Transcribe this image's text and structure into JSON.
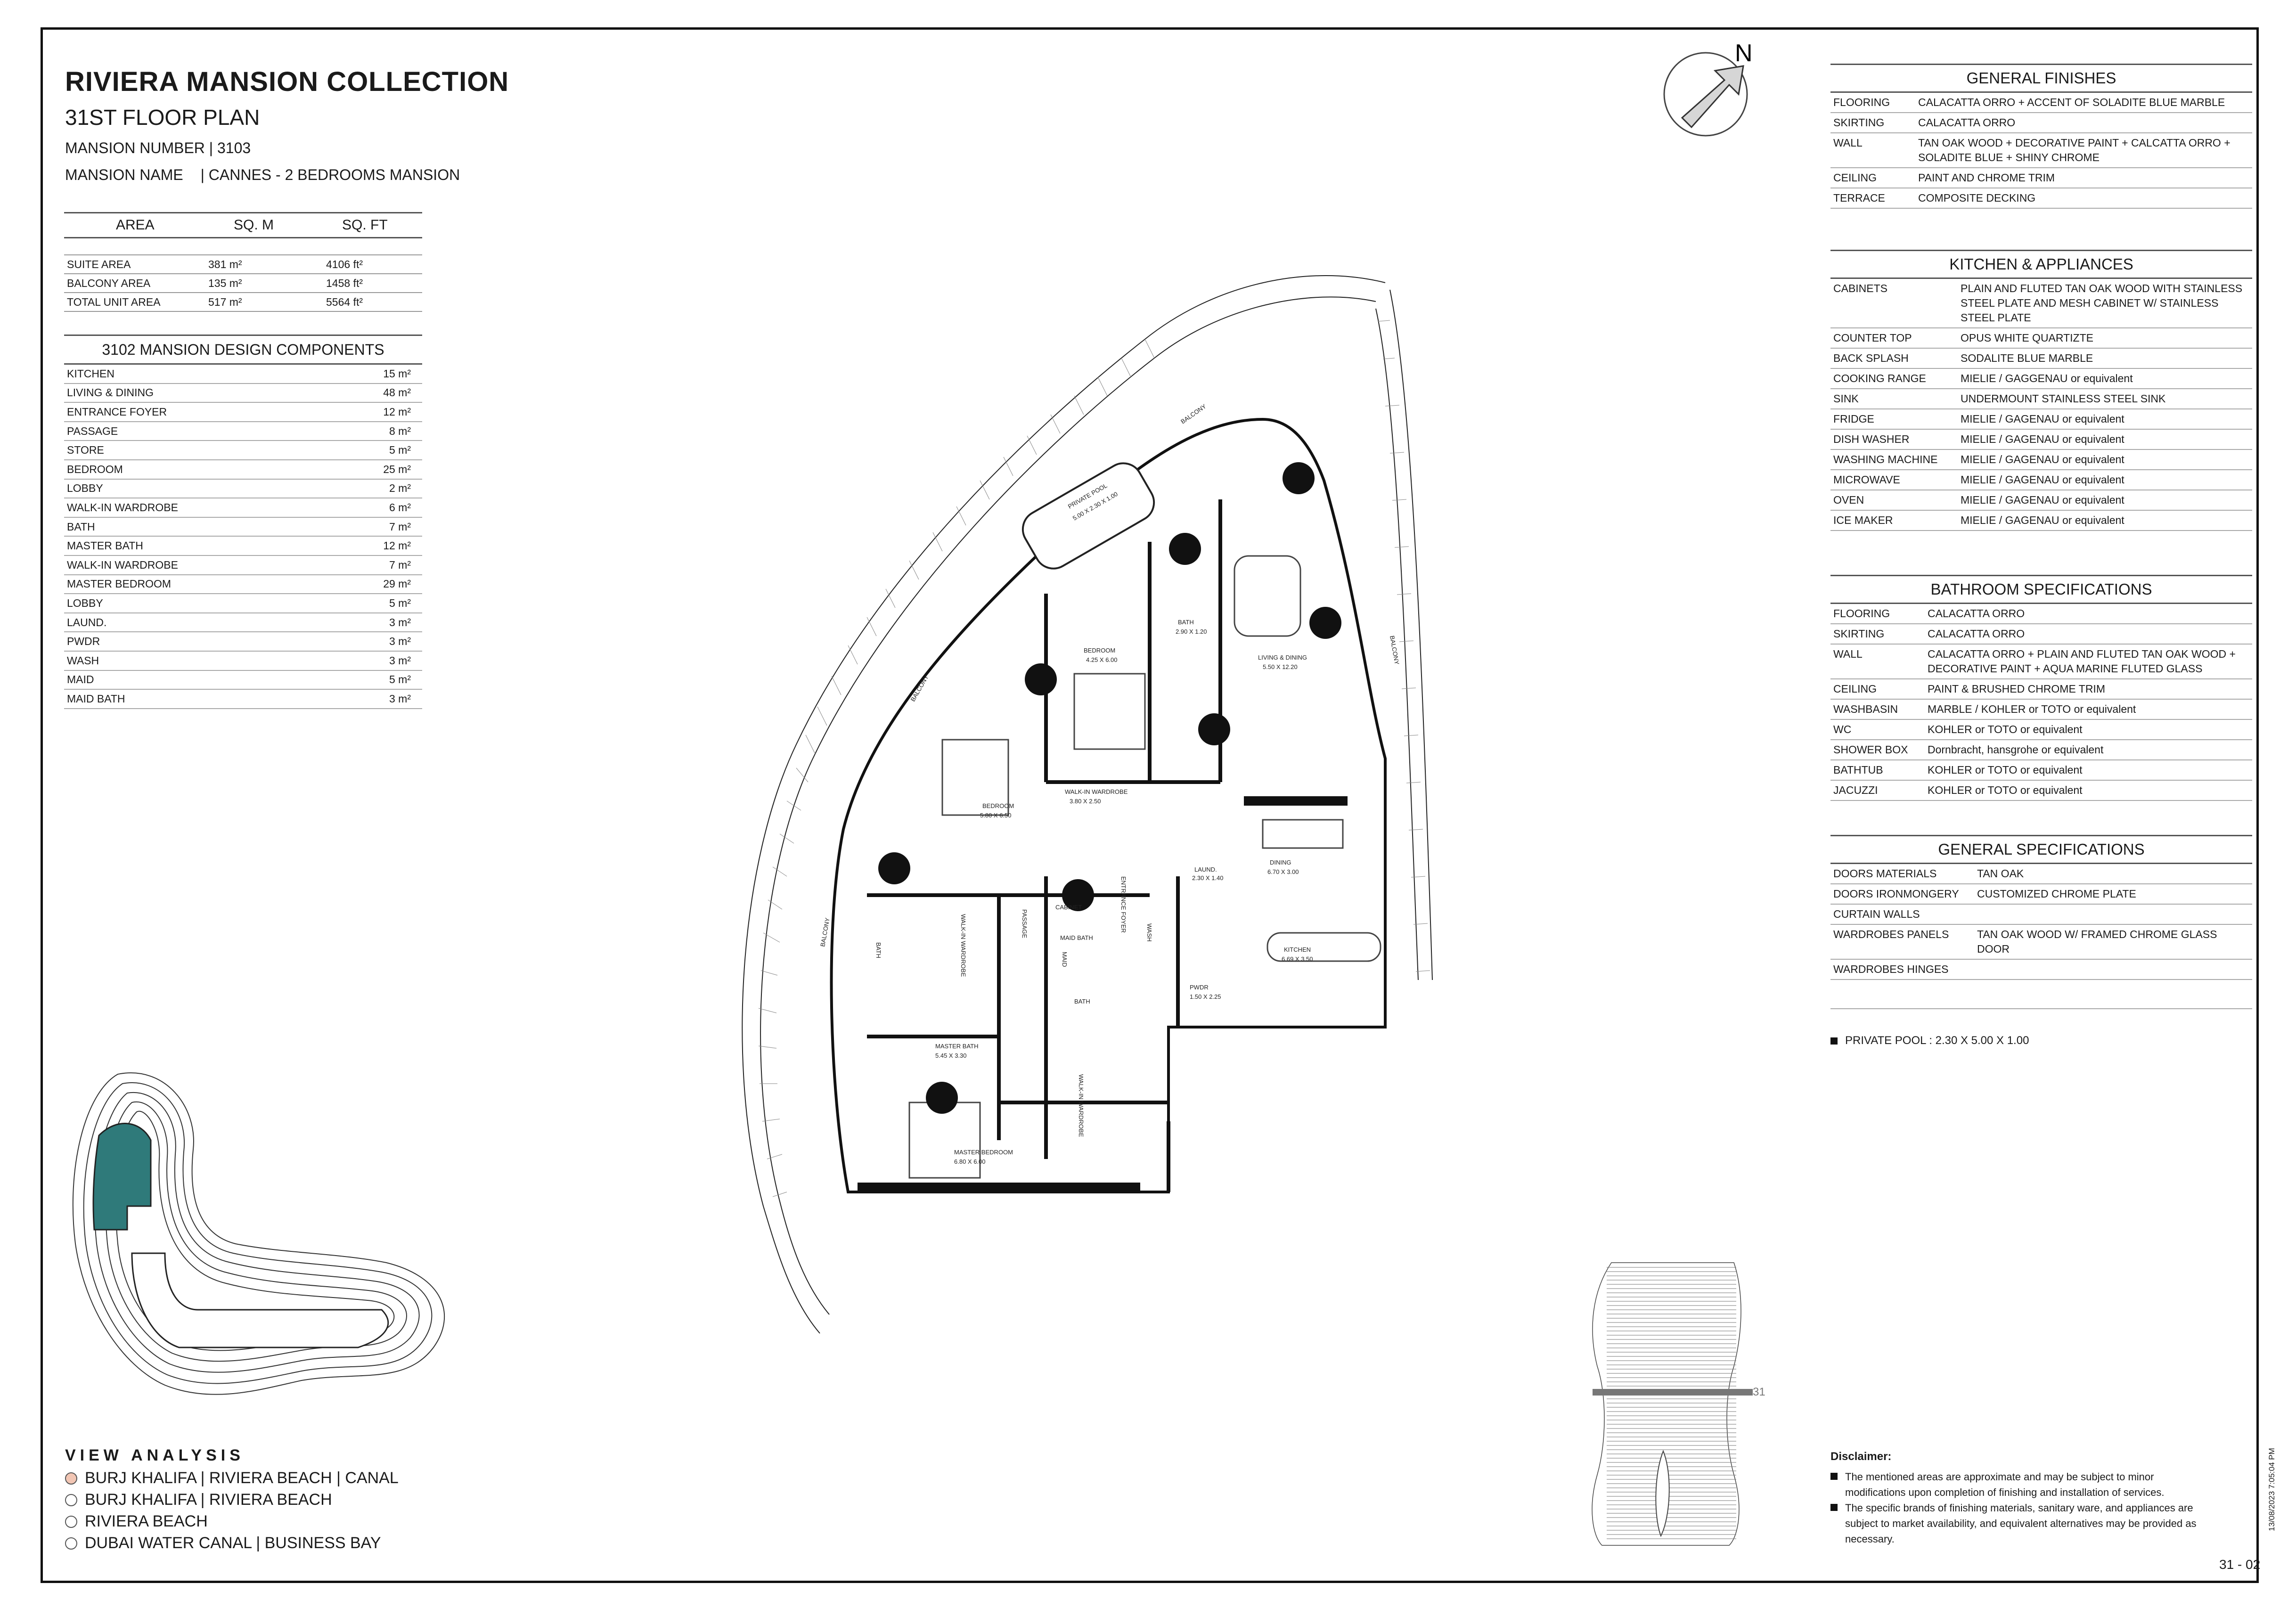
{
  "header": {
    "title": "RIVIERA MANSION COLLECTION",
    "subtitle": "31ST FLOOR PLAN",
    "mansion_number": "MANSION NUMBER | 3103",
    "mansion_name_label": "MANSION NAME",
    "mansion_name_value": "| CANNES - 2 BEDROOMS MANSION"
  },
  "areas": {
    "headers": [
      "AREA",
      "SQ. M",
      "SQ. FT"
    ],
    "rows": [
      [
        "SUITE AREA",
        "381 m²",
        "4106 ft²"
      ],
      [
        "BALCONY AREA",
        "135 m²",
        "1458 ft²"
      ],
      [
        "TOTAL UNIT AREA",
        "517 m²",
        "5564 ft²"
      ]
    ]
  },
  "components": {
    "title": "3102 MANSION DESIGN COMPONENTS",
    "rows": [
      [
        "KITCHEN",
        "15 m²"
      ],
      [
        "LIVING & DINING",
        "48 m²"
      ],
      [
        "ENTRANCE FOYER",
        "12 m²"
      ],
      [
        "PASSAGE",
        "8 m²"
      ],
      [
        "STORE",
        "5 m²"
      ],
      [
        "BEDROOM",
        "25 m²"
      ],
      [
        "LOBBY",
        "2 m²"
      ],
      [
        "WALK-IN WARDROBE",
        "6 m²"
      ],
      [
        "BATH",
        "7 m²"
      ],
      [
        "MASTER BATH",
        "12 m²"
      ],
      [
        "WALK-IN WARDROBE",
        "7 m²"
      ],
      [
        "MASTER BEDROOM",
        "29 m²"
      ],
      [
        "LOBBY",
        "5 m²"
      ],
      [
        "LAUND.",
        "3 m²"
      ],
      [
        "PWDR",
        "3 m²"
      ],
      [
        "WASH",
        "3 m²"
      ],
      [
        "MAID",
        "5 m²"
      ],
      [
        "MAID BATH",
        "3 m²"
      ]
    ]
  },
  "compass": {
    "label": "N"
  },
  "general_finishes": {
    "title": "GENERAL FINISHES",
    "rows": [
      [
        "FLOORING",
        "CALACATTA ORRO + ACCENT OF SOLADITE BLUE MARBLE"
      ],
      [
        "SKIRTING",
        "CALACATTA ORRO"
      ],
      [
        "WALL",
        "TAN OAK WOOD + DECORATIVE PAINT + CALCATTA ORRO + SOLADITE BLUE + SHINY CHROME"
      ],
      [
        "CEILING",
        "PAINT AND CHROME TRIM"
      ],
      [
        "TERRACE",
        "COMPOSITE DECKING"
      ]
    ]
  },
  "kitchen_appliances": {
    "title": "KITCHEN & APPLIANCES",
    "rows": [
      [
        "CABINETS",
        "PLAIN AND FLUTED TAN OAK WOOD WITH STAINLESS STEEL PLATE AND MESH CABINET W/ STAINLESS STEEL PLATE"
      ],
      [
        "COUNTER TOP",
        "OPUS WHITE QUARTIZTE"
      ],
      [
        "BACK SPLASH",
        "SODALITE BLUE MARBLE"
      ],
      [
        "COOKING RANGE",
        "MIELIE / GAGGENAU or equivalent"
      ],
      [
        "SINK",
        "UNDERMOUNT STAINLESS STEEL SINK"
      ],
      [
        "FRIDGE",
        "MIELIE / GAGENAU or equivalent"
      ],
      [
        "DISH WASHER",
        "MIELIE / GAGENAU or equivalent"
      ],
      [
        "WASHING MACHINE",
        "MIELIE / GAGENAU or equivalent"
      ],
      [
        "MICROWAVE",
        "MIELIE / GAGENAU or equivalent"
      ],
      [
        "OVEN",
        "MIELIE / GAGENAU or equivalent"
      ],
      [
        "ICE MAKER",
        "MIELIE / GAGENAU or equivalent"
      ]
    ]
  },
  "bathroom_specs": {
    "title": "BATHROOM SPECIFICATIONS",
    "rows": [
      [
        "FLOORING",
        "CALACATTA ORRO"
      ],
      [
        "SKIRTING",
        "CALACATTA ORRO"
      ],
      [
        "WALL",
        "CALACATTA ORRO + PLAIN AND FLUTED TAN OAK WOOD + DECORATIVE PAINT + AQUA MARINE FLUTED GLASS"
      ],
      [
        "CEILING",
        "PAINT & BRUSHED CHROME TRIM"
      ],
      [
        "WASHBASIN",
        "MARBLE / KOHLER or TOTO or equivalent"
      ],
      [
        "WC",
        "KOHLER or TOTO or equivalent"
      ],
      [
        "SHOWER BOX",
        "Dornbracht, hansgrohe or equivalent"
      ],
      [
        "BATHTUB",
        "KOHLER or TOTO or equivalent"
      ],
      [
        "JACUZZI",
        "KOHLER or TOTO or equivalent"
      ]
    ]
  },
  "general_specs": {
    "title": "GENERAL SPECIFICATIONS",
    "rows": [
      [
        "DOORS MATERIALS",
        "TAN OAK"
      ],
      [
        "DOORS IRONMONGERY",
        "CUSTOMIZED CHROME PLATE"
      ],
      [
        "CURTAIN WALLS",
        ""
      ],
      [
        "WARDROBES PANELS",
        "TAN OAK WOOD W/ FRAMED CHROME GLASS DOOR"
      ],
      [
        "WARDROBES HINGES",
        ""
      ]
    ]
  },
  "pool_note": "PRIVATE POOL :  2.30 X 5.00 X 1.00",
  "view_analysis": {
    "title": "VIEW ANALYSIS",
    "items": [
      {
        "label": "BURJ KHALIFA | RIVIERA BEACH | CANAL",
        "selected": true
      },
      {
        "label": "BURJ KHALIFA | RIVIERA BEACH",
        "selected": false
      },
      {
        "label": "RIVIERA BEACH",
        "selected": false
      },
      {
        "label": "DUBAI WATER CANAL | BUSINESS BAY",
        "selected": false
      }
    ],
    "selected_color": "#f2c6b4"
  },
  "floor_indicator": "31",
  "disclaimer": {
    "title": "Disclaimer:",
    "items": [
      "The mentioned areas are approximate and may be subject to minor modifications  upon completion of finishing and installation of services.",
      "The specific brands of finishing materials, sanitary ware, and appliances are subject to market availability, and equivalent alternatives may be provided as necessary."
    ]
  },
  "page_number": "31 - 02",
  "timestamp": "13/08/2023 7:05:04 PM",
  "plan_labels": {
    "balcony_top": "BALCONY",
    "balcony_left": "BALCONY",
    "balcony_far_left": "BALCONY",
    "balcony_right": "BALCONY",
    "pool": "PRIVATE POOL",
    "pool_dim": "5.00 X 2.30 X 1.00",
    "bedroom1": "BEDROOM",
    "bedroom1_dim": "4.25 X 6.00",
    "bedroom2": "BEDROOM",
    "bedroom2_dim": "5.80 X 6.50",
    "bath": "BATH",
    "bath_dim": "2.90 X 1.20",
    "living": "LIVING & DINING",
    "living_dim": "5.50 X 12.20",
    "wardrobe": "WALK-IN WARDROBE",
    "wardrobe_dim": "3.80 X 2.50",
    "dining": "DINING",
    "dining_dim": "6.70 X 3.00",
    "kitchen": "KITCHEN",
    "kitchen_dim": "6.69 X 3.50",
    "laund": "LAUND.",
    "laund_dim": "2.30 X 1.40",
    "pwdr": "PWDR",
    "pwdr_dim": "1.50 X 2.25",
    "foyer": "ENTRANCE FOYER",
    "passage": "PASSAGE",
    "cabinet": "CABINET",
    "maid_bath": "MAID BATH",
    "maid_bath2": "BATH",
    "master_bath": "MASTER BATH",
    "master_bath_dim": "5.45 X 3.30",
    "master_bedroom": "MASTER BEDROOM",
    "master_bedroom_dim": "6.80 X 6.00",
    "bath2": "BATH",
    "walk_in": "WALK-IN WARDROBE",
    "walk_in2": "WALK-IN WARDROBE",
    "wash": "WASH",
    "maid": "MAID"
  }
}
